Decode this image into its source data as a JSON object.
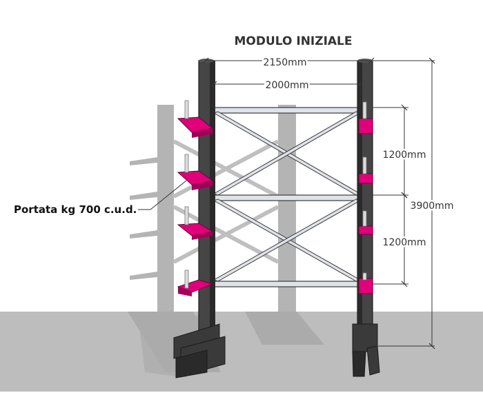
{
  "title": "MODULO INIZIALE",
  "dimensions": {
    "overall_width": "2150mm",
    "inner_width": "2000mm",
    "level_spacing_upper": "1200mm",
    "level_spacing_lower": "1200mm",
    "total_height": "3900mm"
  },
  "annotation": {
    "load_capacity": "Portata kg 700 c.u.d."
  },
  "colors": {
    "background": "#ffffff",
    "floor": "#bdbdbd",
    "shadow": "#a8a8a8",
    "column": "#454545",
    "column_dark": "#2a2a2a",
    "bracing": "#dfe3e8",
    "arm": "#e0007a",
    "arm_dark": "#a00058",
    "pin": "#dcdcdc",
    "dimension_line": "#333333"
  }
}
